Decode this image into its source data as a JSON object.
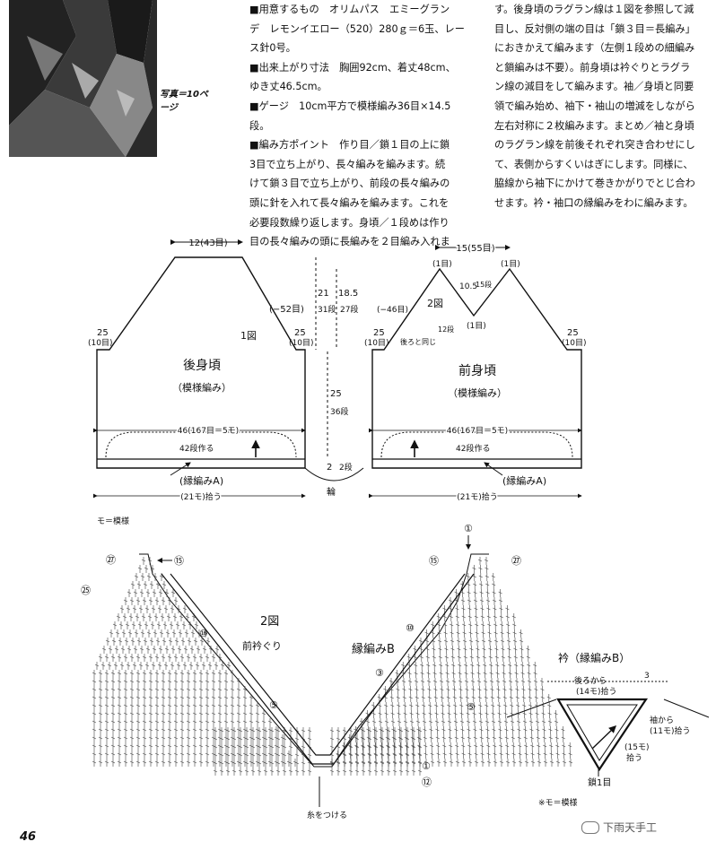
{
  "text": {
    "col1": [
      "■用意するもの　オリムパス　エミーグラン",
      "デ　レモンイエロー（520）280ｇ＝6玉、レー",
      "ス針0号。",
      "■出来上がり寸法　胸囲92cm、着丈48cm、",
      "ゆき丈46.5cm。",
      "■ゲージ　10cm平方で模様編み36目×14.5段。",
      "■編み方ポイント　作り目／鎖１目の上に鎖",
      "3目で立ち上がり、長々編みを編みます。続",
      "けて鎖３目で立ち上がり、前段の長々編みの",
      "頭に針を入れて長々編みを編みます。これを",
      "必要段数繰り返します。身頃／１段めは作り",
      "目の長々編みの頭に長編みを２目編み入れま"
    ],
    "col2": [
      "す。後身頃のラグラン線は１図を参照して減",
      "目し、反対側の端の目は「鎖３目＝長編み」",
      "におきかえて編みます（左側１段めの細編み",
      "と鎖編みは不要）。前身頃は衿ぐりとラグラ",
      "ン線の減目をして編みます。袖／身頃と同要",
      "領で編み始め、袖下・袖山の増減をしながら",
      "左右対称に２枚編みます。まとめ／袖と身頃",
      "のラグラン線を前後それぞれ突き合わせにし",
      "て、表側からすくいはぎにします。同様に、",
      "脇線から袖下にかけて巻きかがりでとじ合わ",
      "せます。衿・袖口の縁編みをわに編みます。"
    ],
    "photo_caption": "写真＝10ページ",
    "page_number": "46",
    "watermark": "下雨天手工"
  },
  "diagram": {
    "back": {
      "title": "後身頃",
      "subtitle": "（模様編み）",
      "fig": "1図",
      "top": "12(43目)",
      "left_shoulder": "25",
      "left_shoulder_sts": "(10目)",
      "right_shoulder": "25",
      "right_shoulder_sts": "(10目)",
      "raglan_dec": "(−52目)",
      "width": "46(167目＝5モ)",
      "rows": "42段作る",
      "edging": "(縁編みA)",
      "pickup": "(21モ)拾う"
    },
    "front": {
      "title": "前身頃",
      "subtitle": "（模様編み）",
      "fig": "2図",
      "top": "15(55目)",
      "peak_left": "(1目)",
      "peak_right": "(1目)",
      "neck_bottom": "(1目)",
      "neck_depth": "10.5",
      "neck_rows": "15段",
      "neck_rows2": "12段",
      "raglan_dec": "(−46目)",
      "same_as_back": "後ろと同じ",
      "left_shoulder": "25",
      "left_shoulder_sts": "(10目)",
      "right_shoulder": "25",
      "right_shoulder_sts": "(10目)",
      "width": "46(167目＝5モ)",
      "rows": "42段作る",
      "edging": "(縁編みA)",
      "pickup": "(21モ)拾う"
    },
    "middle": {
      "raglan_h": "21",
      "raglan_rows": "31段",
      "raglan_h2": "18.5",
      "raglan_rows2": "27段",
      "body_h": "25",
      "body_rows": "36段",
      "edge_h": "2",
      "edge_rows": "2段",
      "ring": "輪"
    },
    "neck": {
      "legend": "モ＝模様",
      "fig": "2図",
      "title": "前衿ぐり",
      "edging": "縁編みB",
      "row27_l": "㉗",
      "row15_l": "⑮",
      "row25_l": "㉕",
      "row10_l": "⑩",
      "row5_l": "⑤",
      "row1_top": "①",
      "row15_r": "⑮",
      "row27_r": "㉗",
      "row10_r": "⑩",
      "row3_r": "③",
      "row5_r": "⑤",
      "row1_r": "①",
      "row12_r": "⑫",
      "attach": "糸をつける"
    },
    "collar": {
      "title": "衿（縁編みB）",
      "back_pick": "後ろから",
      "back_pick2": "(14モ)拾う",
      "sleeve_pick": "袖から",
      "sleeve_pick2": "(11モ)拾う",
      "front_pick": "(15モ)",
      "front_pick2": "拾う",
      "row3": "3",
      "start": "鎖1目",
      "note": "※モ＝模様"
    }
  }
}
